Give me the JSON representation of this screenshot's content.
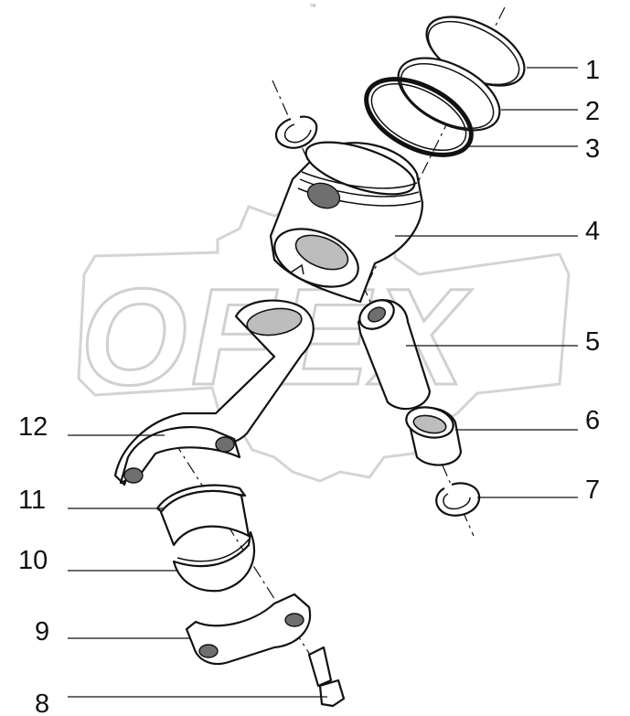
{
  "figure": {
    "watermark_text": "OFEX",
    "top_mark": "™",
    "callouts": [
      {
        "id": "part-1",
        "label": "1"
      },
      {
        "id": "part-2",
        "label": "2"
      },
      {
        "id": "part-3",
        "label": "3"
      },
      {
        "id": "part-4",
        "label": "4"
      },
      {
        "id": "part-5",
        "label": "5"
      },
      {
        "id": "part-6",
        "label": "6"
      },
      {
        "id": "part-7",
        "label": "7"
      },
      {
        "id": "part-8",
        "label": "8"
      },
      {
        "id": "part-9",
        "label": "9"
      },
      {
        "id": "part-10",
        "label": "10"
      },
      {
        "id": "part-11",
        "label": "11"
      },
      {
        "id": "part-12",
        "label": "12"
      }
    ]
  }
}
